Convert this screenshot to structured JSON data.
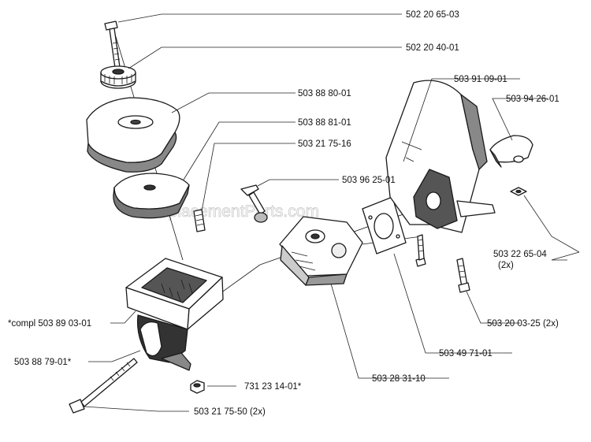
{
  "watermark": "eReplacementParts.com",
  "labels": {
    "p1": "502 20 65-03",
    "p2": "502 20 40-01",
    "p3": "503 88 80-01",
    "p4": "503 88 81-01",
    "p5": "503 21 75-16",
    "p6": "503 96 25-01",
    "p7": "503 91 09-01",
    "p8": "503 94 26-01",
    "p9": "503 22 65-04",
    "p9q": "(2x)",
    "p10": "503 20 03-25 (2x)",
    "p11": "503 49 71-01",
    "p12": "503 28 31-10",
    "p13": "*compl 503 89 03-01",
    "p14": "503 88 79-01*",
    "p15": "731 23 14-01*",
    "p16": "503 21 75-50 (2x)"
  }
}
